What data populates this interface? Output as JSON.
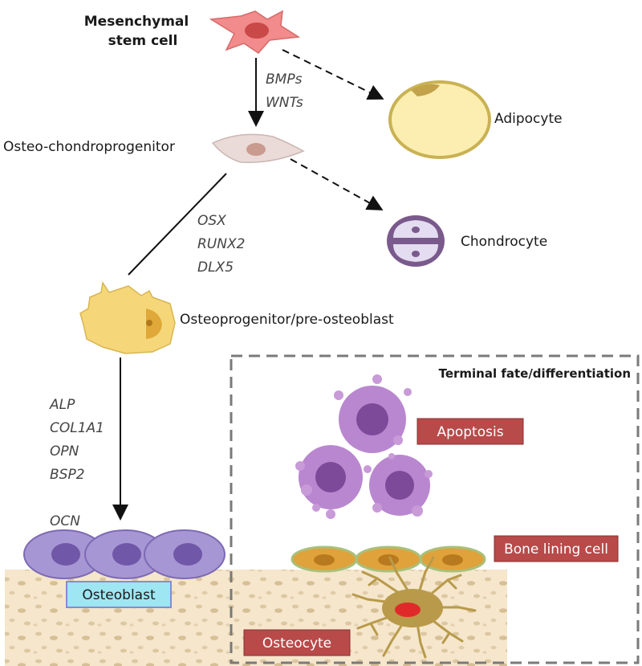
{
  "cells": {
    "msc": "Mesenchymal",
    "msc_line2": "stem cell",
    "adipocyte": "Adipocyte",
    "osteo_chondro": "Osteo-chondroprogenitor",
    "chondrocyte": "Chondrocyte",
    "osteoprogenitor": "Osteoprogenitor/pre-osteoblast",
    "osteoblast": "Osteoblast"
  },
  "factors": {
    "msc_to_ocp": [
      "BMPs",
      "WNTs"
    ],
    "ocp_to_op": [
      "OSX",
      "RUNX2",
      "DLX5"
    ],
    "op_to_ob": [
      "ALP",
      "COL1A1",
      "OPN",
      "BSP2"
    ],
    "ob_marker": "OCN"
  },
  "terminal": {
    "title": "Terminal fate/differentiation",
    "apoptosis": "Apoptosis",
    "bone_lining": "Bone lining cell",
    "osteocyte": "Osteocyte"
  },
  "colors": {
    "msc": "#f28b8b",
    "ocp": "#eadbd8",
    "adipocyte": "#fbeeb0",
    "chondrocyte": "#7a5a8c",
    "osteoprogenitor": "#f5d77a",
    "osteoblast": "#a796d4",
    "apoptotic": "#b987cf",
    "bone_lining": "#e0a23a",
    "osteocyte": "#b89a4a",
    "bone_matrix": "#f5e6cc",
    "label_box_red": "#b84a4a",
    "label_box_blue": "#9ee6f2"
  }
}
